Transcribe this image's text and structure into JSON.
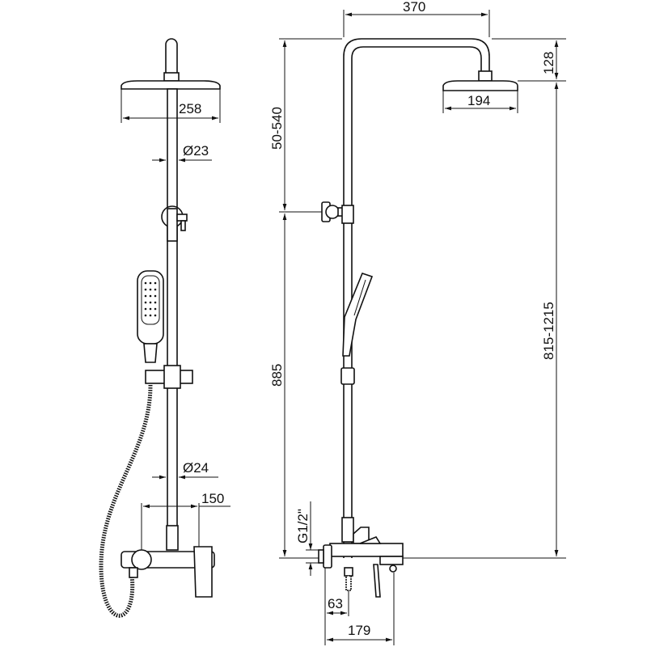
{
  "title": "Shower column technical drawing",
  "front_view": {
    "head_width": "258",
    "pipe_diameter_upper": "Ø23",
    "pipe_diameter_lower": "Ø24",
    "mixer_spacing": "150"
  },
  "side_view": {
    "arm_reach": "370",
    "head_height": "128",
    "head_depth": "194",
    "bracket_range": "50-540",
    "lower_height": "885",
    "total_range": "815-1215",
    "inlet_thread": "G1/2\"",
    "inlet_offset": "63",
    "mixer_depth": "179"
  },
  "colors": {
    "line": "#111111",
    "background": "#ffffff"
  }
}
